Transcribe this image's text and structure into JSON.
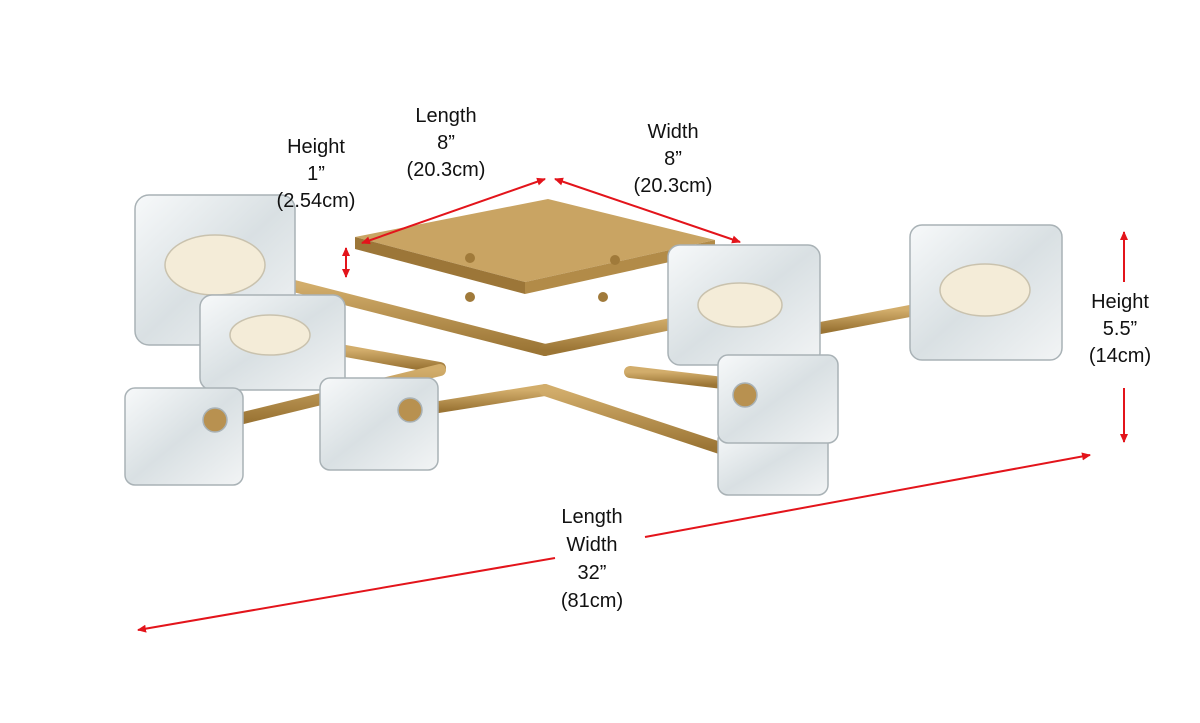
{
  "labels": {
    "top_height": {
      "line1": "Height",
      "line2": "1”",
      "line3": "(2.54cm)"
    },
    "top_length": {
      "line1": "Length",
      "line2": "8”",
      "line3": "(20.3cm)"
    },
    "top_width": {
      "line1": "Width",
      "line2": "8”",
      "line3": "(20.3cm)"
    },
    "overall_height": {
      "line1": "Height",
      "line2": "5.5”",
      "line3": "(14cm)"
    },
    "overall_size": {
      "line1": "Length",
      "line2": "Width",
      "line3": "32”",
      "line4": "(81cm)"
    }
  },
  "colors": {
    "arrow": "#e3141b",
    "brass": "#b89150",
    "brass_dark": "#8f6a2e",
    "glass": "#e9eef0"
  }
}
